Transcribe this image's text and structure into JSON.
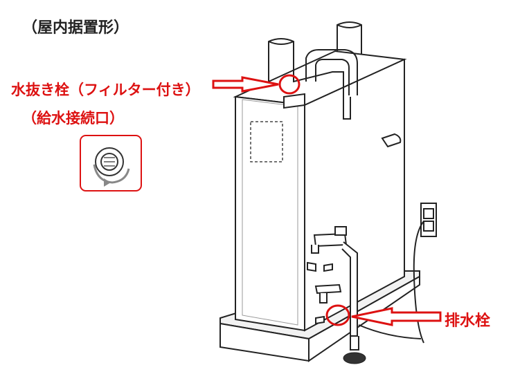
{
  "title": "（屋内据置形）",
  "labels": {
    "drain_faucet_with_filter": "水抜き栓（フィルター付き）",
    "water_inlet": "（給水接続口）",
    "drain_plug": "排水栓"
  },
  "colors": {
    "callout_red": "#dd1111",
    "outline": "#222222",
    "body_shade": "#eeeeee"
  }
}
